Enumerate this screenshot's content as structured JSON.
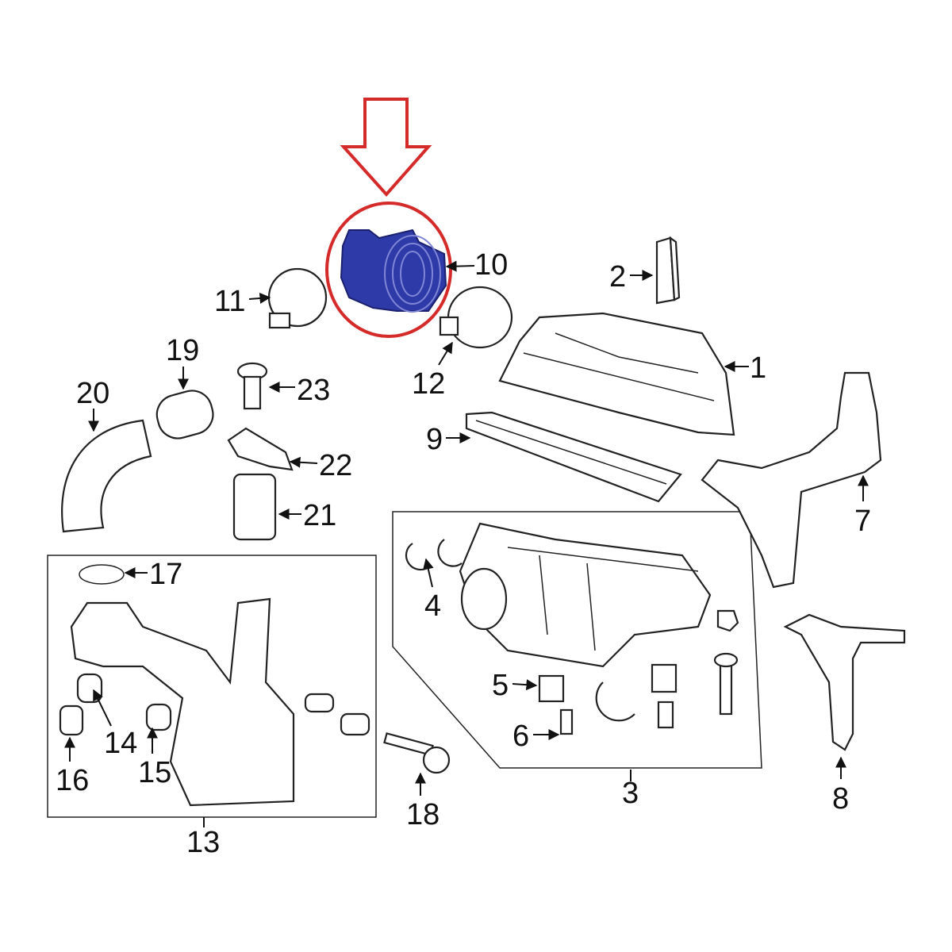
{
  "diagram": {
    "highlight_color": "#2e3aa8",
    "marker_color": "#d42a2a",
    "callouts": [
      {
        "id": "1",
        "label": "1"
      },
      {
        "id": "2",
        "label": "2"
      },
      {
        "id": "3",
        "label": "3"
      },
      {
        "id": "4",
        "label": "4"
      },
      {
        "id": "5",
        "label": "5"
      },
      {
        "id": "6",
        "label": "6"
      },
      {
        "id": "7",
        "label": "7"
      },
      {
        "id": "8",
        "label": "8"
      },
      {
        "id": "9",
        "label": "9"
      },
      {
        "id": "10",
        "label": "10"
      },
      {
        "id": "11",
        "label": "11"
      },
      {
        "id": "12",
        "label": "12"
      },
      {
        "id": "13",
        "label": "13"
      },
      {
        "id": "14",
        "label": "14"
      },
      {
        "id": "15",
        "label": "15"
      },
      {
        "id": "16",
        "label": "16"
      },
      {
        "id": "17",
        "label": "17"
      },
      {
        "id": "18",
        "label": "18"
      },
      {
        "id": "19",
        "label": "19"
      },
      {
        "id": "20",
        "label": "20"
      },
      {
        "id": "21",
        "label": "21"
      },
      {
        "id": "22",
        "label": "22"
      },
      {
        "id": "23",
        "label": "23"
      }
    ]
  }
}
